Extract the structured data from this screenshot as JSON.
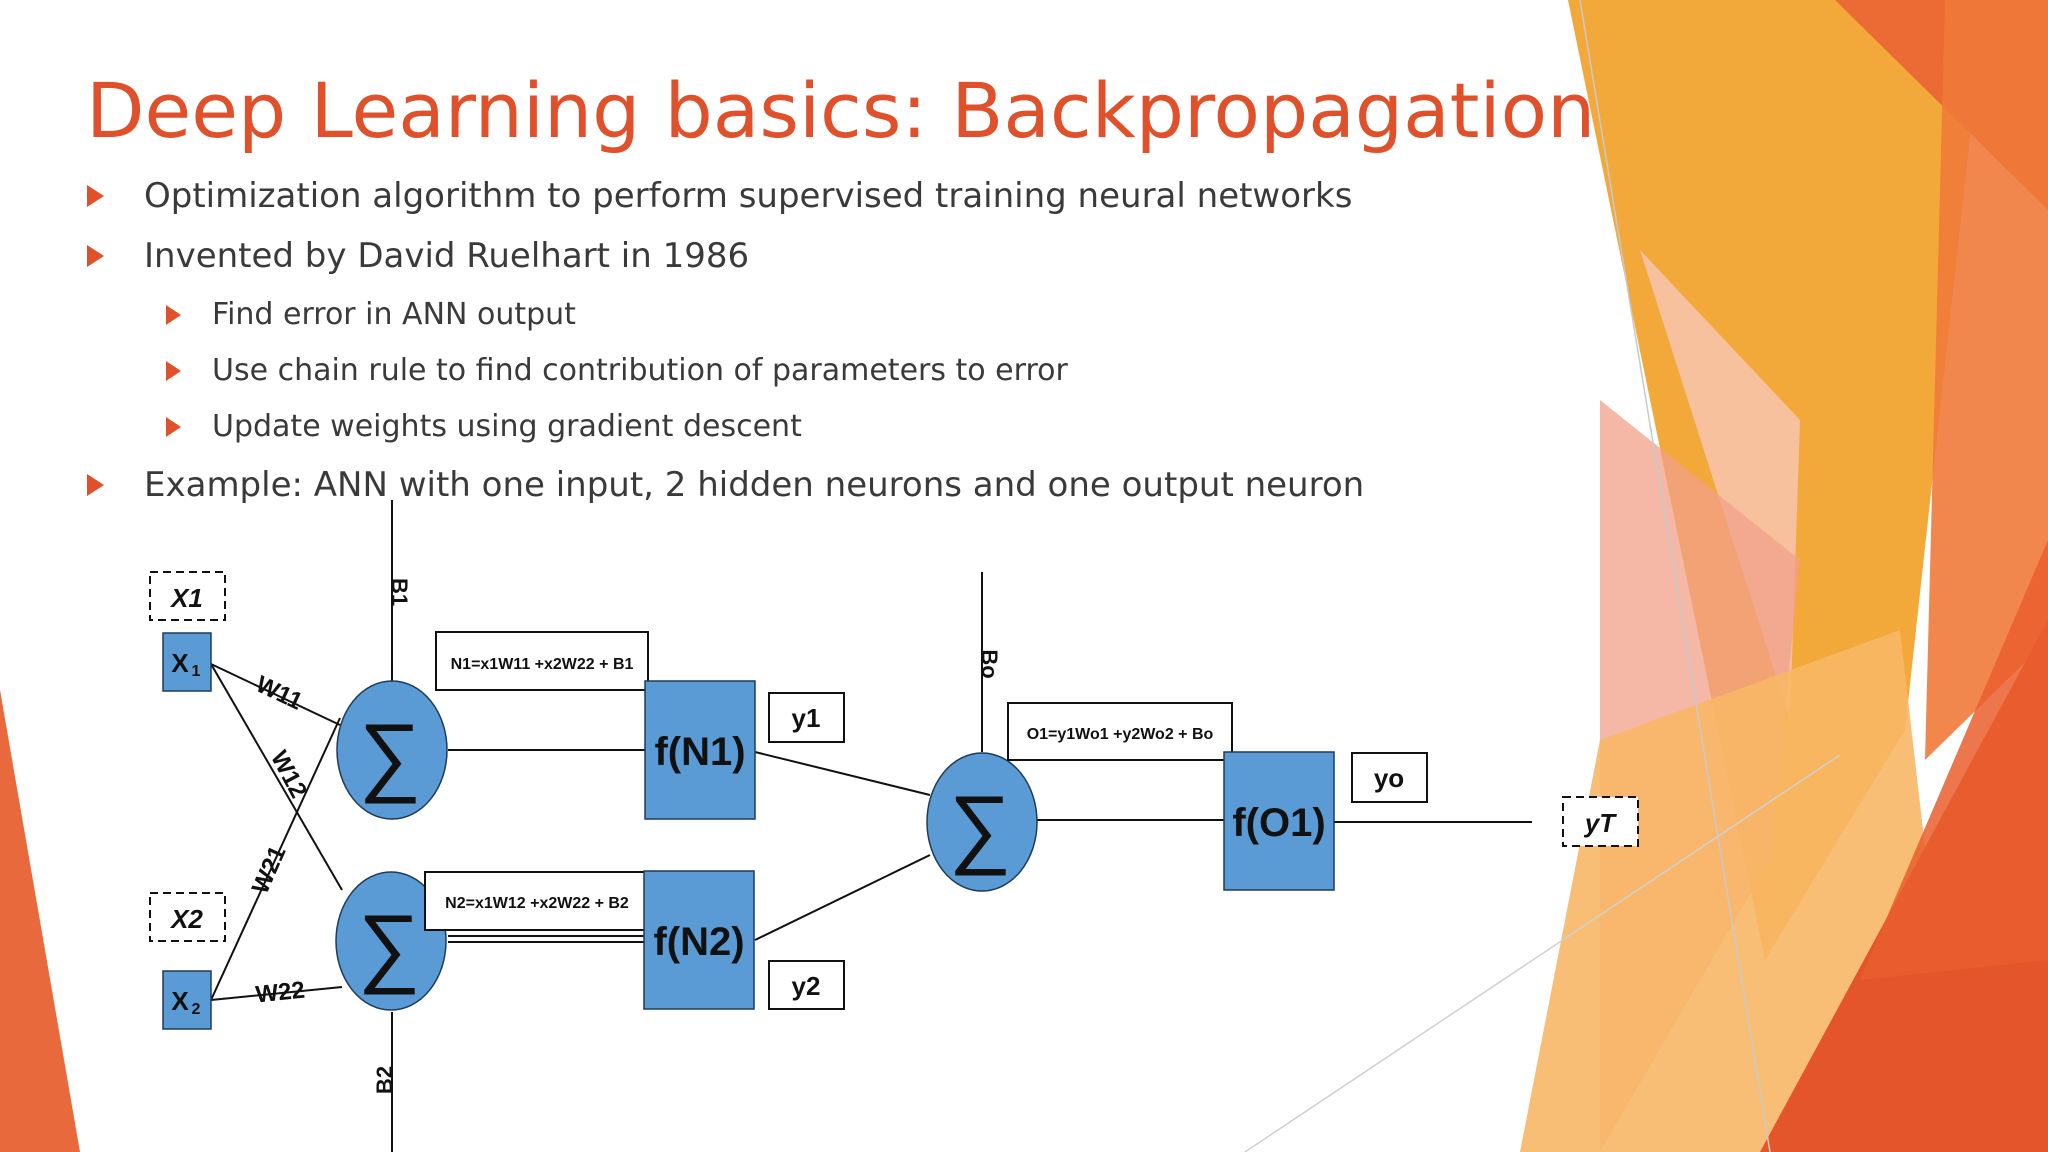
{
  "slide": {
    "title": "Deep Learning basics: Backpropagation",
    "accent_color": "#e0502a",
    "bullets": [
      {
        "text": "Optimization algorithm to perform supervised training neural networks",
        "level": 1
      },
      {
        "text": "Invented by David Ruelhart in 1986",
        "level": 1
      },
      {
        "text": "Find error in ANN output",
        "level": 2
      },
      {
        "text": "Use chain rule to find contribution of parameters to error",
        "level": 2
      },
      {
        "text": "Update weights using gradient descent",
        "level": 2
      },
      {
        "text": "Example: ANN with one input, 2 hidden neurons and one output neuron",
        "level": 1
      }
    ]
  },
  "diagram": {
    "node_color": "#5b9bd5",
    "inputs": {
      "x1_label": "X1",
      "x1_node": "X",
      "x1_sub": "1",
      "x2_label": "X2",
      "x2_node": "X",
      "x2_sub": "2"
    },
    "weights": {
      "w11": "W11",
      "w12": "W12",
      "w21": "W21",
      "w22": "W22"
    },
    "biases": {
      "b1": "B1",
      "b2": "B2",
      "bo": "Bo"
    },
    "sum_symbol": "∑",
    "equations": {
      "n1": "N1=x1W11 +x2W22 + B1",
      "n2": "N2=x1W12 +x2W22 + B2",
      "o1": "O1=y1Wo1 +y2Wo2 + Bo"
    },
    "activations": {
      "fn1": "f(N1)",
      "fn2": "f(N2)",
      "fo1": "f(O1)"
    },
    "outputs": {
      "y1": "y1",
      "y2": "y2",
      "yo": "yo",
      "yt": "yT"
    }
  }
}
